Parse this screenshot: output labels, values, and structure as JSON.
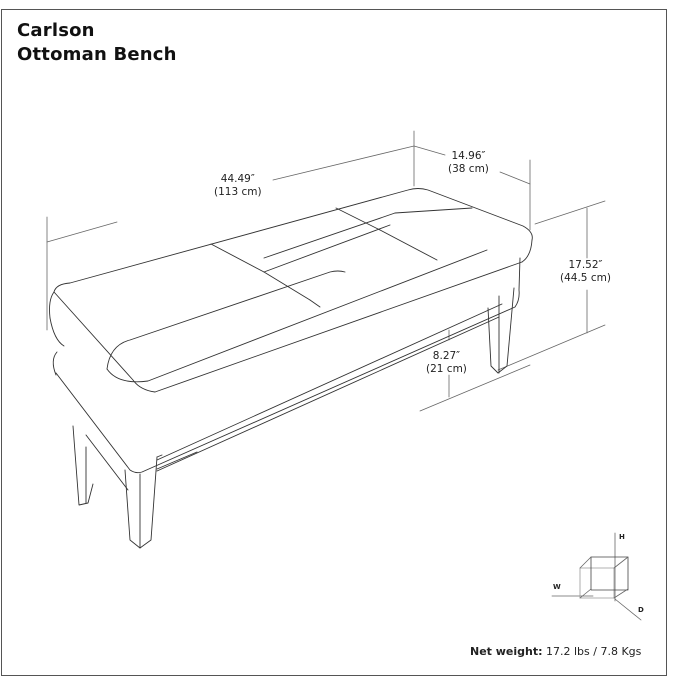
{
  "product": {
    "title_line1": "Carlson",
    "title_line2": "Ottoman Bench"
  },
  "dimensions": {
    "width": {
      "inches": "44.49″",
      "cm": "(113 cm)"
    },
    "depth": {
      "inches": "14.96″",
      "cm": "(38 cm)"
    },
    "height": {
      "inches": "17.52″",
      "cm": "(44.5 cm)"
    },
    "leg_height": {
      "inches": "8.27″",
      "cm": "(21 cm)"
    }
  },
  "axis_legend": {
    "h": "H",
    "w": "W",
    "d": "D"
  },
  "weight": {
    "label": "Net weight:",
    "value": "17.2 lbs / 7.8 Kgs"
  },
  "colors": {
    "line": "#333333",
    "dim_line": "#555555",
    "frame": "#555555"
  }
}
